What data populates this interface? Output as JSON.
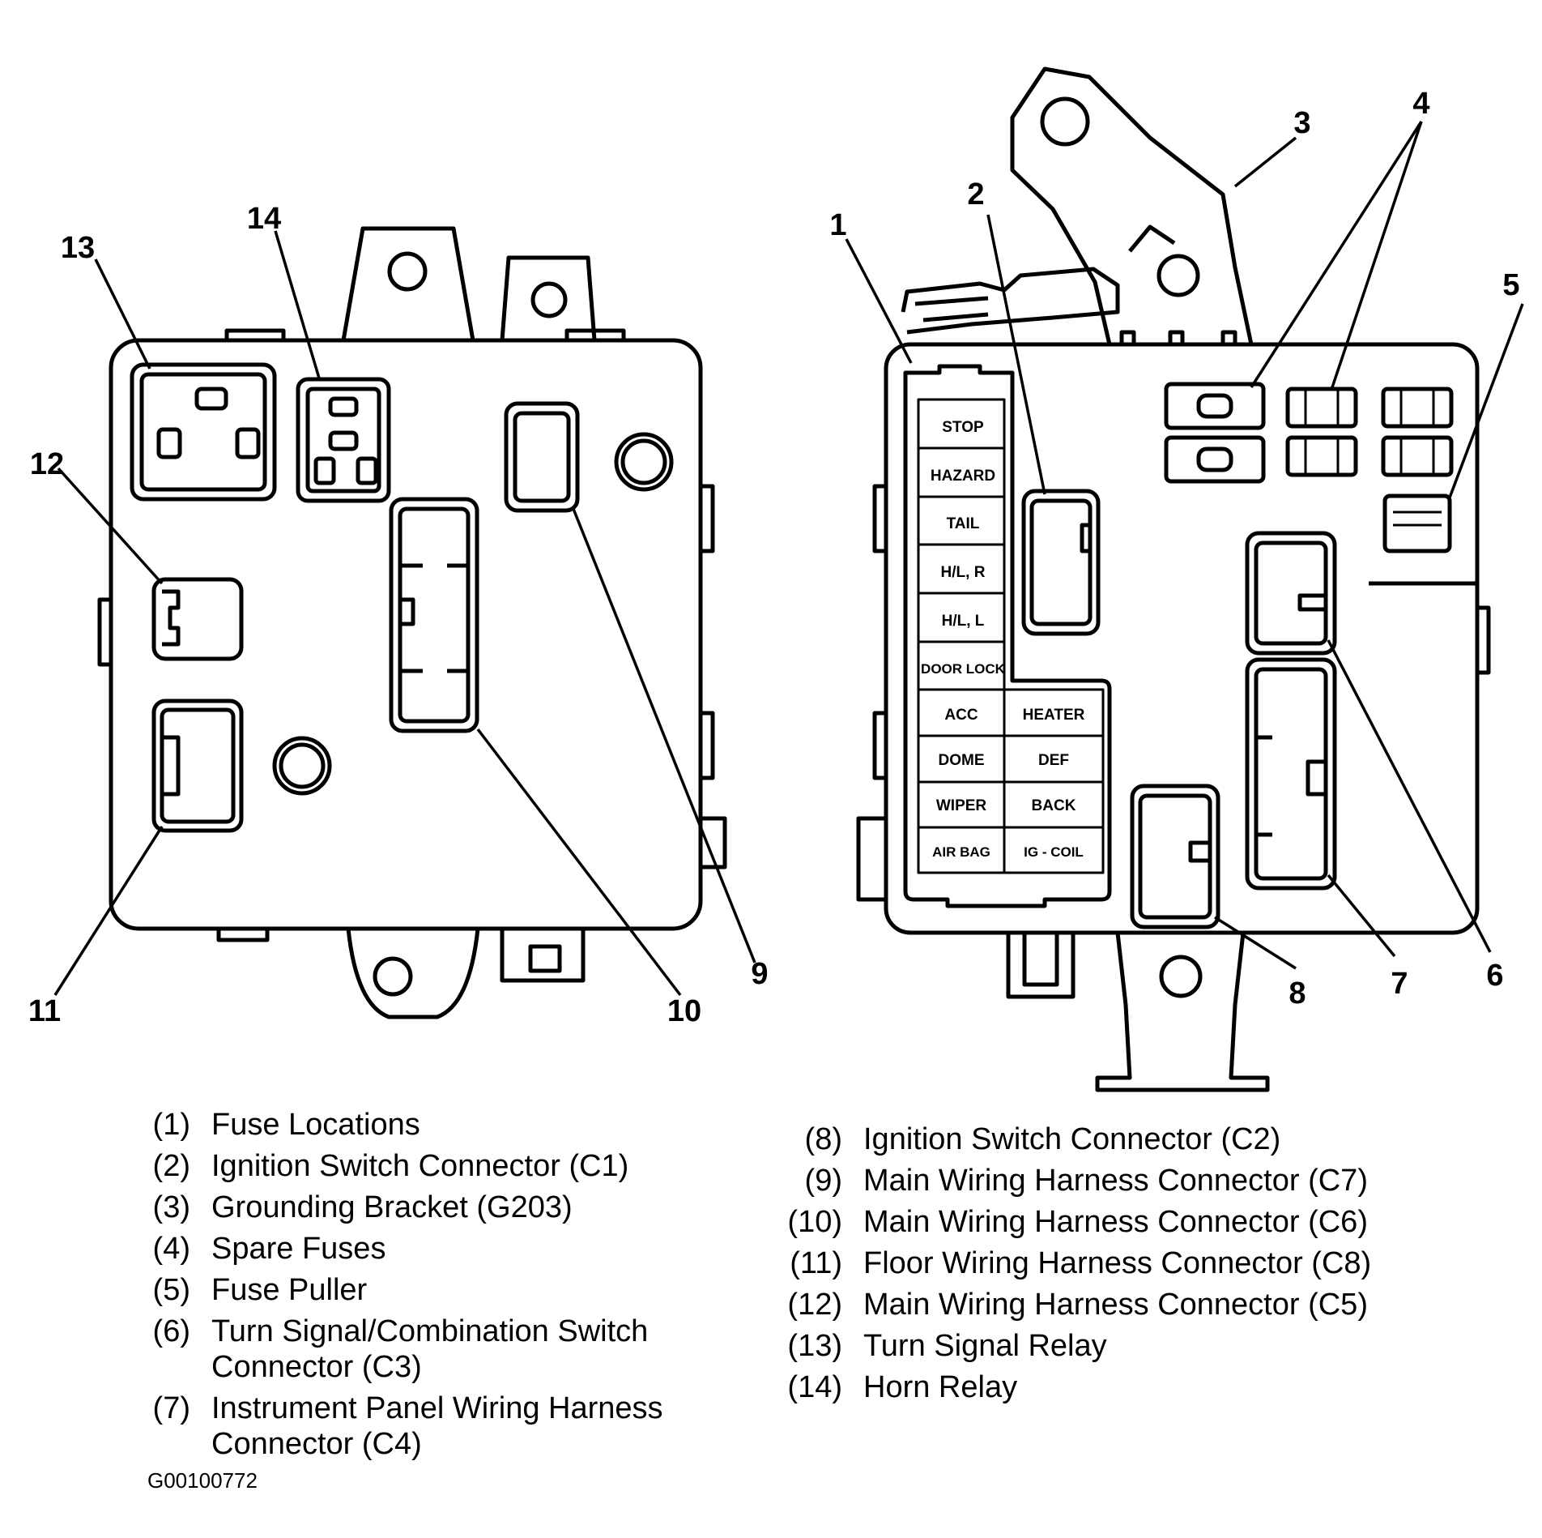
{
  "callouts": [
    "1",
    "2",
    "3",
    "4",
    "5",
    "6",
    "7",
    "8",
    "9",
    "10",
    "11",
    "12",
    "13",
    "14"
  ],
  "fuse_labels": {
    "col1": [
      "STOP",
      "HAZARD",
      "TAIL",
      "H/L, R",
      "H/L, L",
      "DOOR LOCK",
      "ACC",
      "DOME",
      "WIPER",
      "AIR BAG"
    ],
    "col2": [
      "HEATER",
      "DEF",
      "BACK",
      "IG - COIL"
    ]
  },
  "legend_left": [
    {
      "num": "(1)",
      "text": "Fuse Locations"
    },
    {
      "num": "(2)",
      "text": "Ignition Switch Connector (C1)"
    },
    {
      "num": "(3)",
      "text": "Grounding Bracket (G203)"
    },
    {
      "num": "(4)",
      "text": "Spare Fuses"
    },
    {
      "num": "(5)",
      "text": "Fuse Puller"
    },
    {
      "num": "(6)",
      "text": "Turn Signal/Combination Switch",
      "text2": "Connector (C3)"
    },
    {
      "num": "(7)",
      "text": "Instrument Panel Wiring Harness",
      "text2": "Connector (C4)"
    }
  ],
  "legend_right": [
    {
      "num": "(8)",
      "text": "Ignition Switch Connector (C2)"
    },
    {
      "num": "(9)",
      "text": "Main Wiring Harness Connector (C7)"
    },
    {
      "num": "(10)",
      "text": "Main Wiring Harness Connector (C6)"
    },
    {
      "num": "(11)",
      "text": "Floor Wiring Harness Connector (C8)"
    },
    {
      "num": "(12)",
      "text": "Main Wiring Harness Connector (C5)"
    },
    {
      "num": "(13)",
      "text": "Turn Signal Relay"
    },
    {
      "num": "(14)",
      "text": "Horn Relay"
    }
  ],
  "figure_id": "G00100772"
}
